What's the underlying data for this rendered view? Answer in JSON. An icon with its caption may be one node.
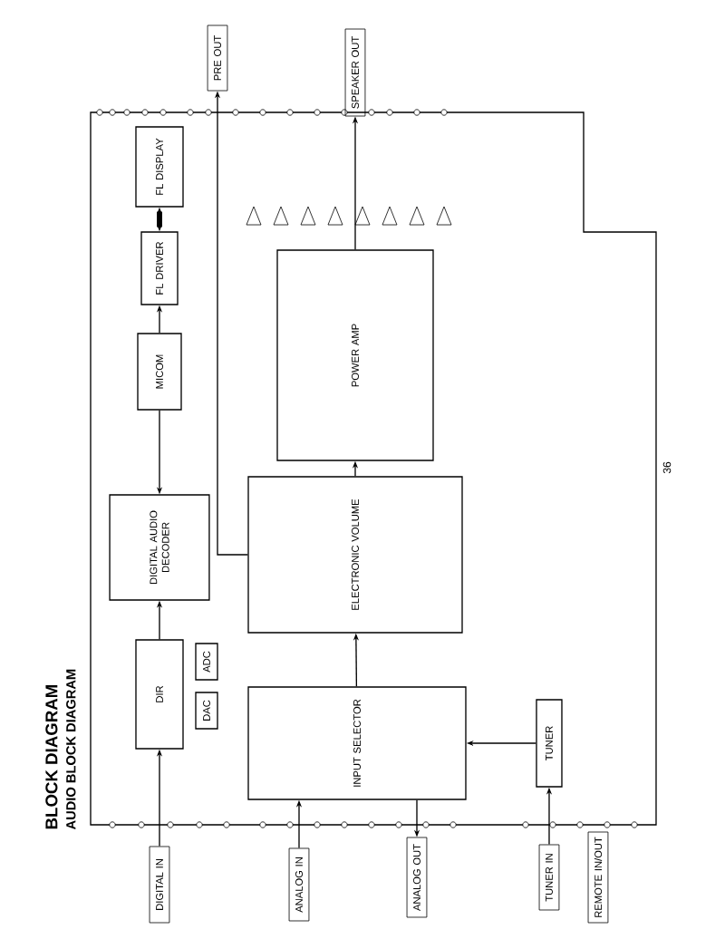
{
  "diagram": {
    "title": "BLOCK DIAGRAM",
    "nodes": [
      {
        "text": [
          "FL DISPLAY"
        ]
      },
      {
        "text": [
          "FL DRIVER"
        ]
      },
      {
        "text": [
          "MICOM"
        ]
      },
      {
        "text": [
          "DIGITAL AUDIO DECODER"
        ]
      },
      {
        "text": [
          "DIR"
        ]
      },
      {
        "text": [
          "ADC"
        ]
      },
      {
        "text": [
          "DAC"
        ]
      },
      {
        "text": [
          "POWER AMP"
        ]
      },
      {
        "text": [
          "ELECTRONIC VOLUME"
        ]
      },
      {
        "text": [
          "INPUT SELECTOR"
        ]
      },
      {
        "text": [
          "TUNER"
        ]
      },
      {
        "text": [
          "SPEAKER OUT"
        ]
      },
      {
        "text": [
          "PRE OUT"
        ]
      },
      {
        "text": [
          "DIGITAL IN"
        ]
      },
      {
        "text": [
          "ANALOG IN"
        ]
      },
      {
        "text": [
          "TUNER IN"
        ]
      },
      {
        "text": [
          "ANALOG OUT"
        ]
      },
      {
        "text": [
          "REMOTE IN/OUT"
        ]
      }
    ],
    "edges": [
      {
        "from": 1,
        "to": 0,
        "arrow": "both",
        "style": "thick"
      },
      {
        "from": 2,
        "to": 1,
        "arrow": "to"
      },
      {
        "from": 4,
        "to": 3,
        "arrow": "to"
      },
      {
        "from": 13,
        "to": 4,
        "arrow": "to"
      },
      {
        "from": 14,
        "to": 9,
        "arrow": "to"
      },
      {
        "from": 15,
        "to": 10,
        "arrow": "to"
      },
      {
        "from": 10,
        "to": 9,
        "arrow": "to"
      },
      {
        "from": 9,
        "to": 8,
        "arrow": "to"
      },
      {
        "from": 8,
        "to": 7,
        "arrow": "to"
      },
      {
        "from": 7,
        "to": 11,
        "arrow": "to"
      },
      {
        "from": 8,
        "to": 12,
        "arrow": "to"
      },
      {
        "from": 9,
        "to": 16,
        "arrow": "to"
      },
      {
        "from": 2,
        "to": 3,
        "arrow": "to"
      }
    ],
    "labels": [
      "AUDIO BLOCK DIAGRAM",
      "36"
    ]
  }
}
